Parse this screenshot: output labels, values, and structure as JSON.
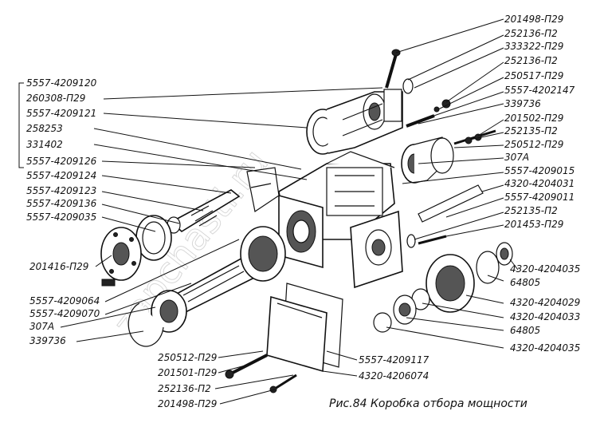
{
  "caption": "Рис.84 Коробка отбора мощности",
  "watermark": "zapchasti.ru",
  "labels_right": [
    "201498-П29",
    "252136-П2",
    "333322-П29",
    "252136-П2",
    "250517-П29",
    "5557-4202147",
    "339736",
    "201502-П29",
    "252135-П2",
    "250512-П29",
    "307А",
    "5557-4209015",
    "4320-4204031",
    "5557-4209011",
    "252135-П2",
    "201453-П29",
    "4320-4204035",
    "64805",
    "4320-4204029",
    "4320-4204033",
    "64805",
    "4320-4204035"
  ],
  "labels_left": [
    "5557-4209120",
    "260308-П29",
    "5557-4209121",
    "258253",
    "331402",
    "5557-4209126",
    "5557-4209124",
    "5557-4209123",
    "5557-4209136",
    "5557-4209035",
    "201416-П29",
    "5557-4209064",
    "5557-4209070",
    "307А",
    "339736"
  ],
  "labels_bottom": [
    "250512-П29",
    "201501-П29",
    "252136-П2",
    "201498-П29",
    "5557-4209117",
    "4320-4206074"
  ]
}
